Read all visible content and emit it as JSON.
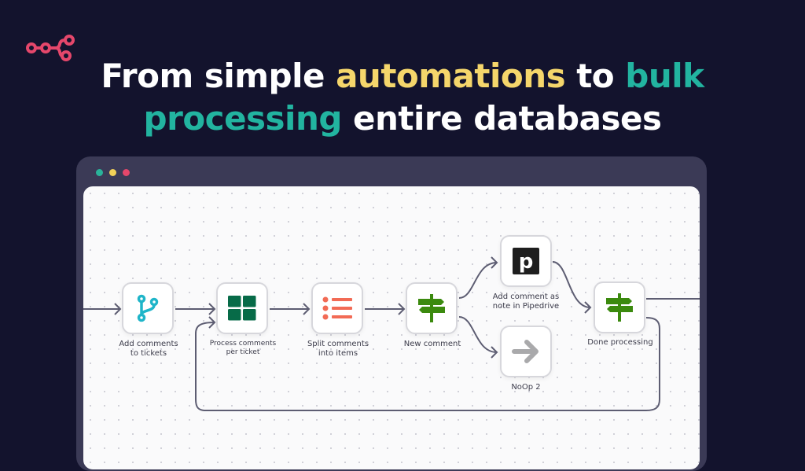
{
  "headline": {
    "part1": "From simple ",
    "highlight1": "automations",
    "part2": " to ",
    "highlight2a": "bulk",
    "highlight2b": "processing",
    "part3": " entire databases"
  },
  "colors": {
    "background": "#13132d",
    "yellow": "#f5d66b",
    "teal": "#22b4a0",
    "logo": "#e5476b"
  },
  "window": {
    "dots": [
      "#2ab39a",
      "#f2d158",
      "#e5476b"
    ]
  },
  "nodes": [
    {
      "label1": "Add comments",
      "label2": "to tickets",
      "icon": "branch-icon"
    },
    {
      "label1": "Process comments",
      "label2": "per ticket",
      "icon": "grid-icon"
    },
    {
      "label1": "Split comments",
      "label2": "into items",
      "icon": "list-icon"
    },
    {
      "label1": "New comment",
      "label2": "",
      "icon": "signpost-icon"
    },
    {
      "label1": "Add comment as",
      "label2": "note in Pipedrive",
      "icon": "pipedrive-icon"
    },
    {
      "label1": "NoOp 2",
      "label2": "",
      "icon": "arrow-right-icon"
    },
    {
      "label1": "Done processing",
      "label2": "",
      "icon": "signpost-icon"
    }
  ]
}
